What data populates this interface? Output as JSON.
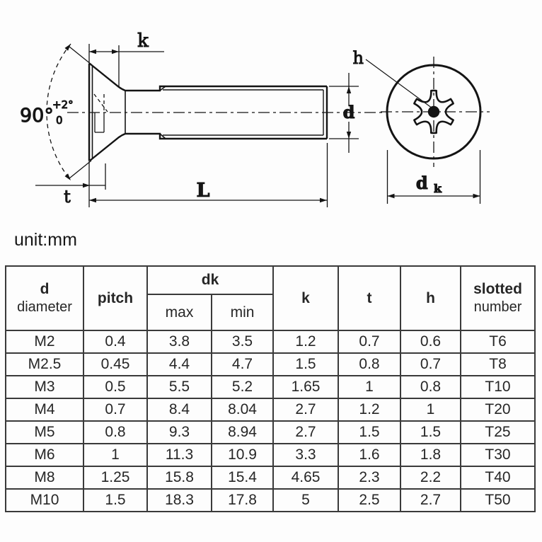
{
  "drawing": {
    "labels": {
      "k": "k",
      "L": "L",
      "t": "t",
      "d": "d",
      "h": "h",
      "dk_main": "d",
      "dk_sub": "k",
      "angle_main": "90°",
      "angle_sup": "+2°",
      "angle_sub": "0"
    },
    "stroke_color": "#141414"
  },
  "unit_label": "unit:mm",
  "table": {
    "headers": {
      "col1_line1": "d",
      "col1_line2": "diameter",
      "pitch": "pitch",
      "dk": "dk",
      "max": "max",
      "min": "min",
      "k": "k",
      "t": "t",
      "h": "h",
      "slotted_line1": "slotted",
      "slotted_line2": "number"
    },
    "rows": [
      [
        "M2",
        "0.4",
        "3.8",
        "3.5",
        "1.2",
        "0.7",
        "0.6",
        "T6"
      ],
      [
        "M2.5",
        "0.45",
        "4.4",
        "4.7",
        "1.5",
        "0.8",
        "0.7",
        "T8"
      ],
      [
        "M3",
        "0.5",
        "5.5",
        "5.2",
        "1.65",
        "1",
        "0.8",
        "T10"
      ],
      [
        "M4",
        "0.7",
        "8.4",
        "8.04",
        "2.7",
        "1.2",
        "1",
        "T20"
      ],
      [
        "M5",
        "0.8",
        "9.3",
        "8.94",
        "2.7",
        "1.5",
        "1.5",
        "T25"
      ],
      [
        "M6",
        "1",
        "11.3",
        "10.9",
        "3.3",
        "1.6",
        "1.8",
        "T30"
      ],
      [
        "M8",
        "1.25",
        "15.8",
        "15.4",
        "4.65",
        "2.3",
        "2.2",
        "T40"
      ],
      [
        "M10",
        "1.5",
        "18.3",
        "17.8",
        "5",
        "2.5",
        "2.7",
        "T50"
      ]
    ]
  }
}
